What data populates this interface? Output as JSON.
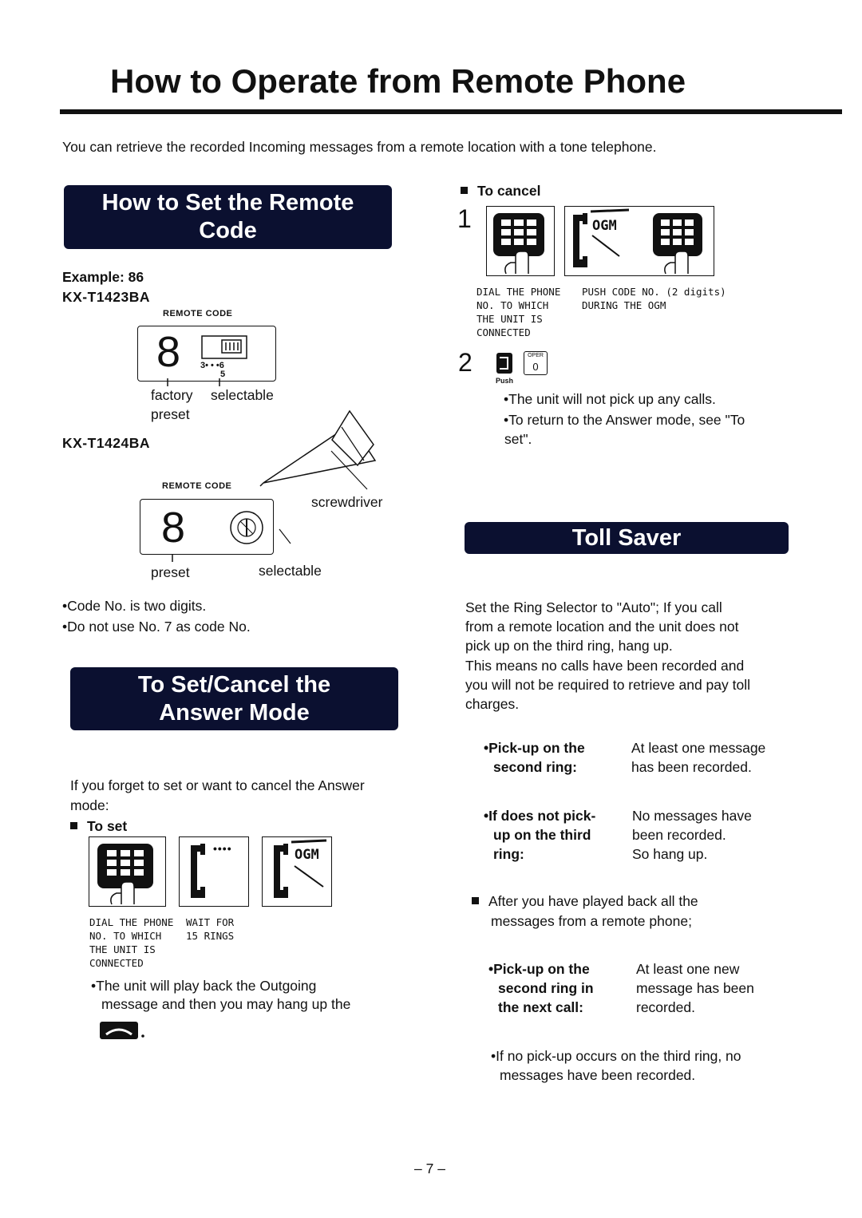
{
  "header": {
    "title": "How to Operate from Remote Phone",
    "intro": "You can retrieve the recorded Incoming messages from a remote location with a tone telephone."
  },
  "remote_code": {
    "banner_line1": "How to Set the Remote",
    "banner_line2": "Code",
    "example": "Example: 86",
    "model_a": "KX-T1423BA",
    "remote_code_label": "REMOTE CODE",
    "digit": "8",
    "switch_numbers": "3• • •6",
    "switch_mid": "5",
    "label_factory_preset_line1": "factory",
    "label_factory_preset_line2": "preset",
    "label_selectable": "selectable",
    "model_b": "KX-T1424BA",
    "remote_code_label_b": "REMOTE CODE",
    "digit_b": "8",
    "label_screwdriver": "screwdriver",
    "label_preset": "preset",
    "label_selectable_b": "selectable",
    "notes": [
      "•Code No. is two digits.",
      "•Do not use No. 7 as code No."
    ]
  },
  "answer_mode": {
    "banner_line1": "To Set/Cancel the",
    "banner_line2": "Answer Mode",
    "intro_line1": "If you forget to set or want to cancel the Answer",
    "intro_line2": "mode:",
    "to_set_heading": "To set",
    "dots": "••••",
    "ogm": "OGM",
    "captions": {
      "dial": [
        "DIAL THE PHONE",
        "NO. TO WHICH",
        "THE UNIT IS",
        "CONNECTED"
      ],
      "wait": [
        "WAIT FOR",
        "15 RINGS"
      ]
    },
    "note_line1": "•The unit will play back the Outgoing",
    "note_line2": "message and then you may hang up the"
  },
  "to_cancel": {
    "heading": "To cancel",
    "step1": "1",
    "step2": "2",
    "ogm": "OGM",
    "captions": {
      "dial": [
        "DIAL THE PHONE",
        "NO. TO WHICH",
        "THE UNIT IS",
        "CONNECTED"
      ],
      "push": [
        "PUSH CODE NO. (2 digits)",
        "DURING THE OGM"
      ]
    },
    "key_label": "0",
    "key_top": "OPER",
    "push_label": "Push",
    "notes": [
      "•The unit will not pick up any calls.",
      "•To return to the Answer mode, see \"To",
      "set\"."
    ]
  },
  "toll_saver": {
    "banner": "Toll Saver",
    "para": [
      "Set the Ring Selector to \"Auto\"; If you call",
      "from a remote location and the unit does not",
      "pick up on the third ring, hang up.",
      "This means no calls have been recorded and",
      "you will not be required to retrieve and pay toll",
      "charges."
    ],
    "cases": [
      {
        "cond": [
          "•Pick-up on the",
          "second ring:"
        ],
        "result": [
          "At least one message",
          "has been recorded."
        ]
      },
      {
        "cond": [
          "•If does not pick-",
          "up on the third",
          "ring:"
        ],
        "result": [
          "No messages have",
          "been recorded.",
          "So hang up."
        ]
      }
    ],
    "after_line1": "After you have played back all the",
    "after_line2": "messages from a remote phone;",
    "next_case": {
      "cond": [
        "•Pick-up on the",
        "second ring in",
        "the next call:"
      ],
      "result": [
        "At least one new",
        "message has been",
        "recorded."
      ]
    },
    "final_line1": "•If no pick-up occurs on the third ring, no",
    "final_line2": "messages have been recorded."
  },
  "footer": {
    "page_number": "– 7 –"
  }
}
